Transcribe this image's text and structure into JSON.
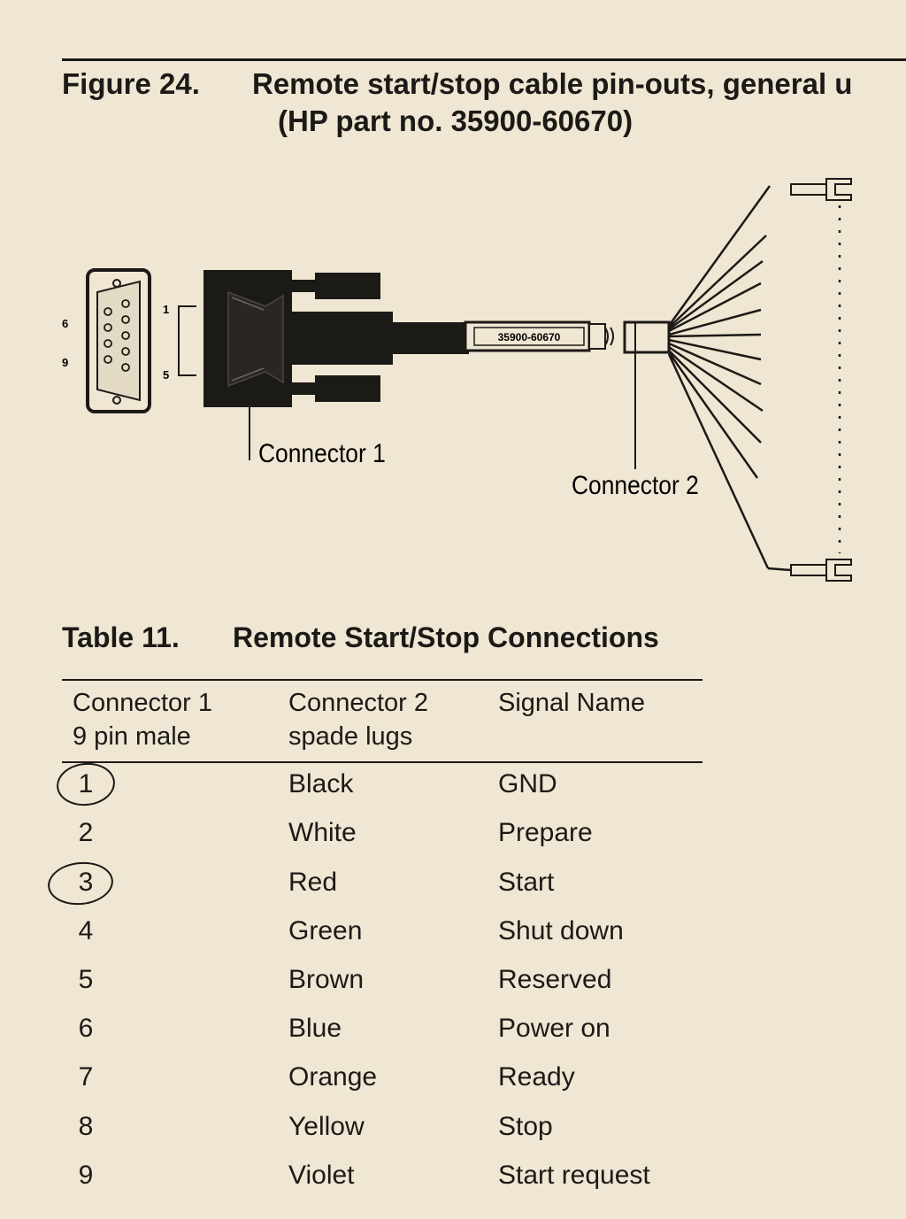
{
  "figure": {
    "number": "Figure 24.",
    "title": "Remote start/stop cable pin-outs, general u",
    "subtitle": "(HP part no. 35900-60670)"
  },
  "diagram": {
    "pin_label_6": "6",
    "pin_label_9": "9",
    "pin_label_1": "1",
    "pin_label_5": "5",
    "cable_label": "35900-60670",
    "connector1_label": "Connector 1",
    "connector2_label": "Connector 2"
  },
  "table": {
    "number": "Table 11.",
    "title": "Remote Start/Stop Connections",
    "headers": {
      "col1_line1": "Connector 1",
      "col1_line2": "9 pin male",
      "col2_line1": "Connector 2",
      "col2_line2": "spade lugs",
      "col3_line1": "Signal Name"
    },
    "rows": [
      {
        "pin": "1",
        "color": "Black",
        "signal": "GND",
        "circled": true
      },
      {
        "pin": "2",
        "color": "White",
        "signal": "Prepare",
        "circled": false
      },
      {
        "pin": "3",
        "color": "Red",
        "signal": "Start",
        "circled": true
      },
      {
        "pin": "4",
        "color": "Green",
        "signal": "Shut down",
        "circled": false
      },
      {
        "pin": "5",
        "color": "Brown",
        "signal": "Reserved",
        "circled": false
      },
      {
        "pin": "6",
        "color": "Blue",
        "signal": "Power on",
        "circled": false
      },
      {
        "pin": "7",
        "color": "Orange",
        "signal": "Ready",
        "circled": false
      },
      {
        "pin": "8",
        "color": "Yellow",
        "signal": "Stop",
        "circled": false
      },
      {
        "pin": "9",
        "color": "Violet",
        "signal": "Start request",
        "circled": false
      }
    ]
  }
}
